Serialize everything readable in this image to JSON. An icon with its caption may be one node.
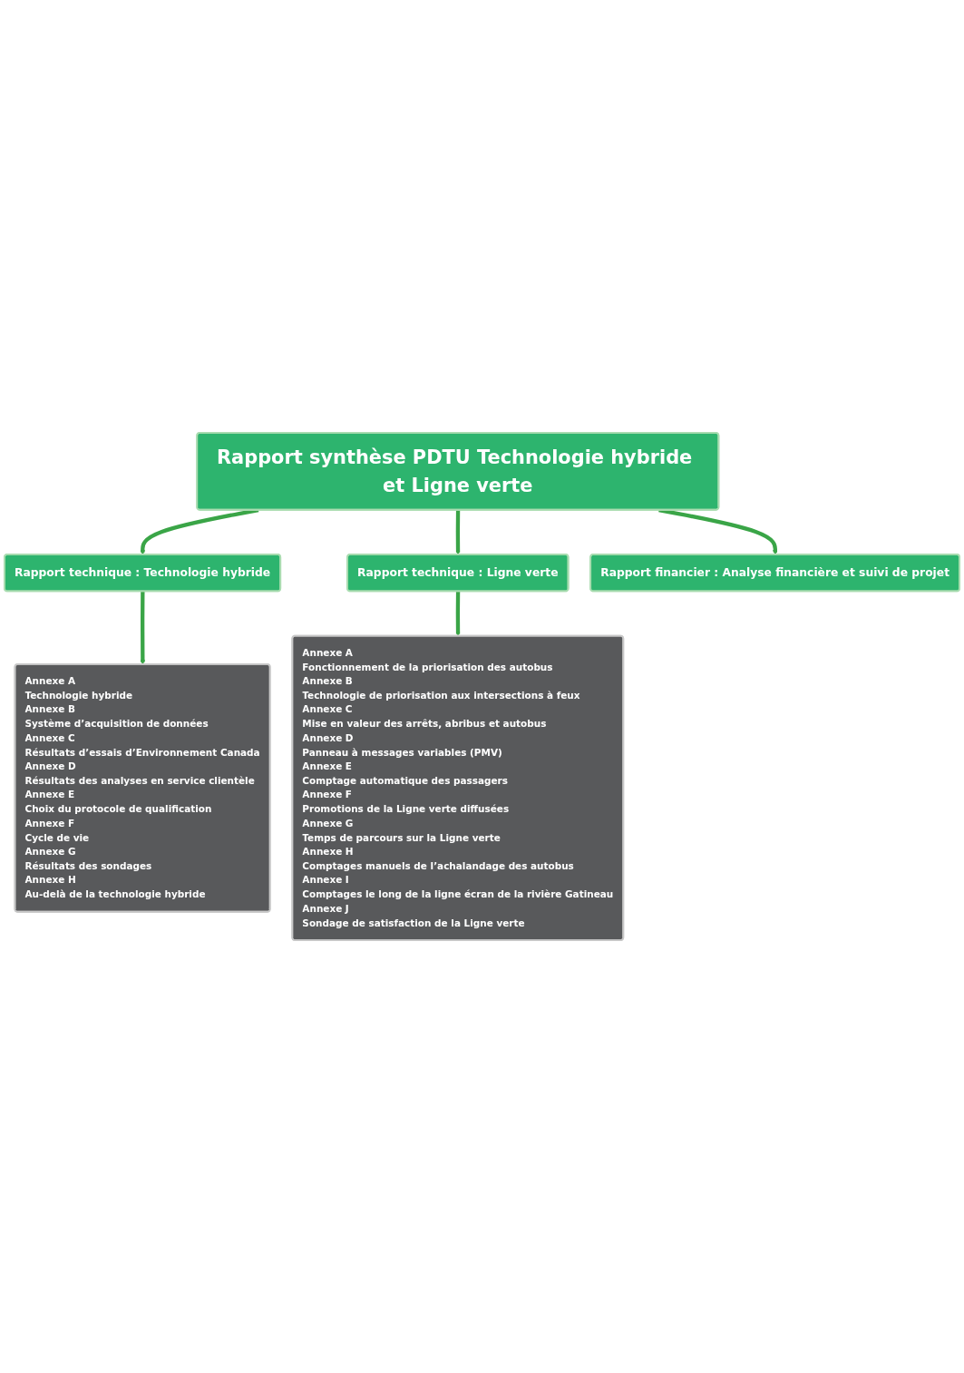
{
  "diagram": {
    "nodes": [
      {
        "text": [
          "Rapport synthèse PDTU Technologie hybride et Ligne verte"
        ]
      },
      {
        "text": [
          "Rapport technique : Technologie hybride"
        ]
      },
      {
        "text": [
          "Rapport technique : Ligne verte"
        ]
      },
      {
        "text": [
          "Rapport financier : Analyse financière et suivi de projet"
        ]
      },
      {
        "text": [
          "Annexe A",
          "Technologie hybride",
          "Annexe B",
          "Système d’acquisition de données",
          "Annexe C",
          "Résultats d’essais d’Environnement Canada",
          "Annexe D",
          "Résultats des analyses en service clientèle",
          "Annexe E",
          "Choix du protocole de qualification",
          "Annexe F",
          "Cycle de vie",
          "Annexe G",
          "Résultats des sondages",
          "Annexe H",
          "Au-delà de la technologie hybride"
        ]
      },
      {
        "text": [
          "Annexe A",
          "Fonctionnement de la priorisation des autobus",
          "Annexe B",
          "Technologie de priorisation aux intersections à feux",
          "Annexe C",
          "Mise en valeur des arrêts, abribus et autobus",
          "Annexe D",
          "Panneau à messages variables (PMV)",
          "Annexe E",
          "Comptage automatique des passagers",
          "Annexe F",
          "Promotions de la Ligne verte diffusées",
          "Annexe G",
          "Temps de parcours sur la Ligne verte",
          "Annexe H",
          "Comptages manuels de l’achalandage des autobus",
          "Annexe I",
          "Comptages le long de la ligne écran de la rivière Gatineau",
          "Annexe J",
          "Sondage de satisfaction de la Ligne verte"
        ]
      }
    ],
    "edges": [
      {
        "from": 0,
        "to": 1,
        "arrow": "to"
      },
      {
        "from": 0,
        "to": 2,
        "arrow": "to"
      },
      {
        "from": 0,
        "to": 3,
        "arrow": "to"
      },
      {
        "from": 1,
        "to": 4,
        "arrow": "to"
      },
      {
        "from": 2,
        "to": 5,
        "arrow": "to"
      }
    ]
  }
}
